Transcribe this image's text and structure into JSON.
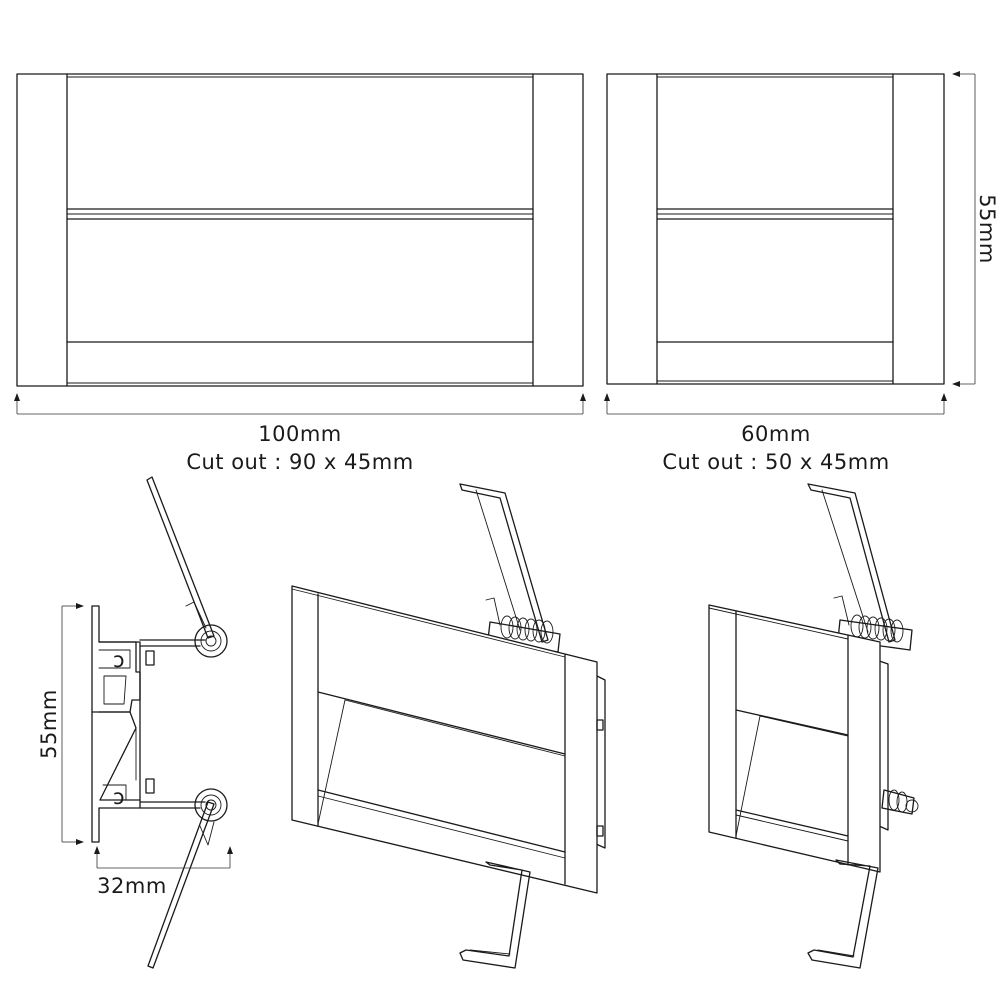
{
  "diagram": {
    "stroke_color": "#1a1a1a",
    "background": "#ffffff",
    "large_unit": {
      "width_label": "100mm",
      "cutout_label": "Cut out : 90 x 45mm"
    },
    "small_unit": {
      "width_label": "60mm",
      "cutout_label": "Cut out : 50 x 45mm",
      "height_label": "55mm"
    },
    "side_profile": {
      "height_label": "55mm",
      "depth_label": "32mm"
    }
  }
}
